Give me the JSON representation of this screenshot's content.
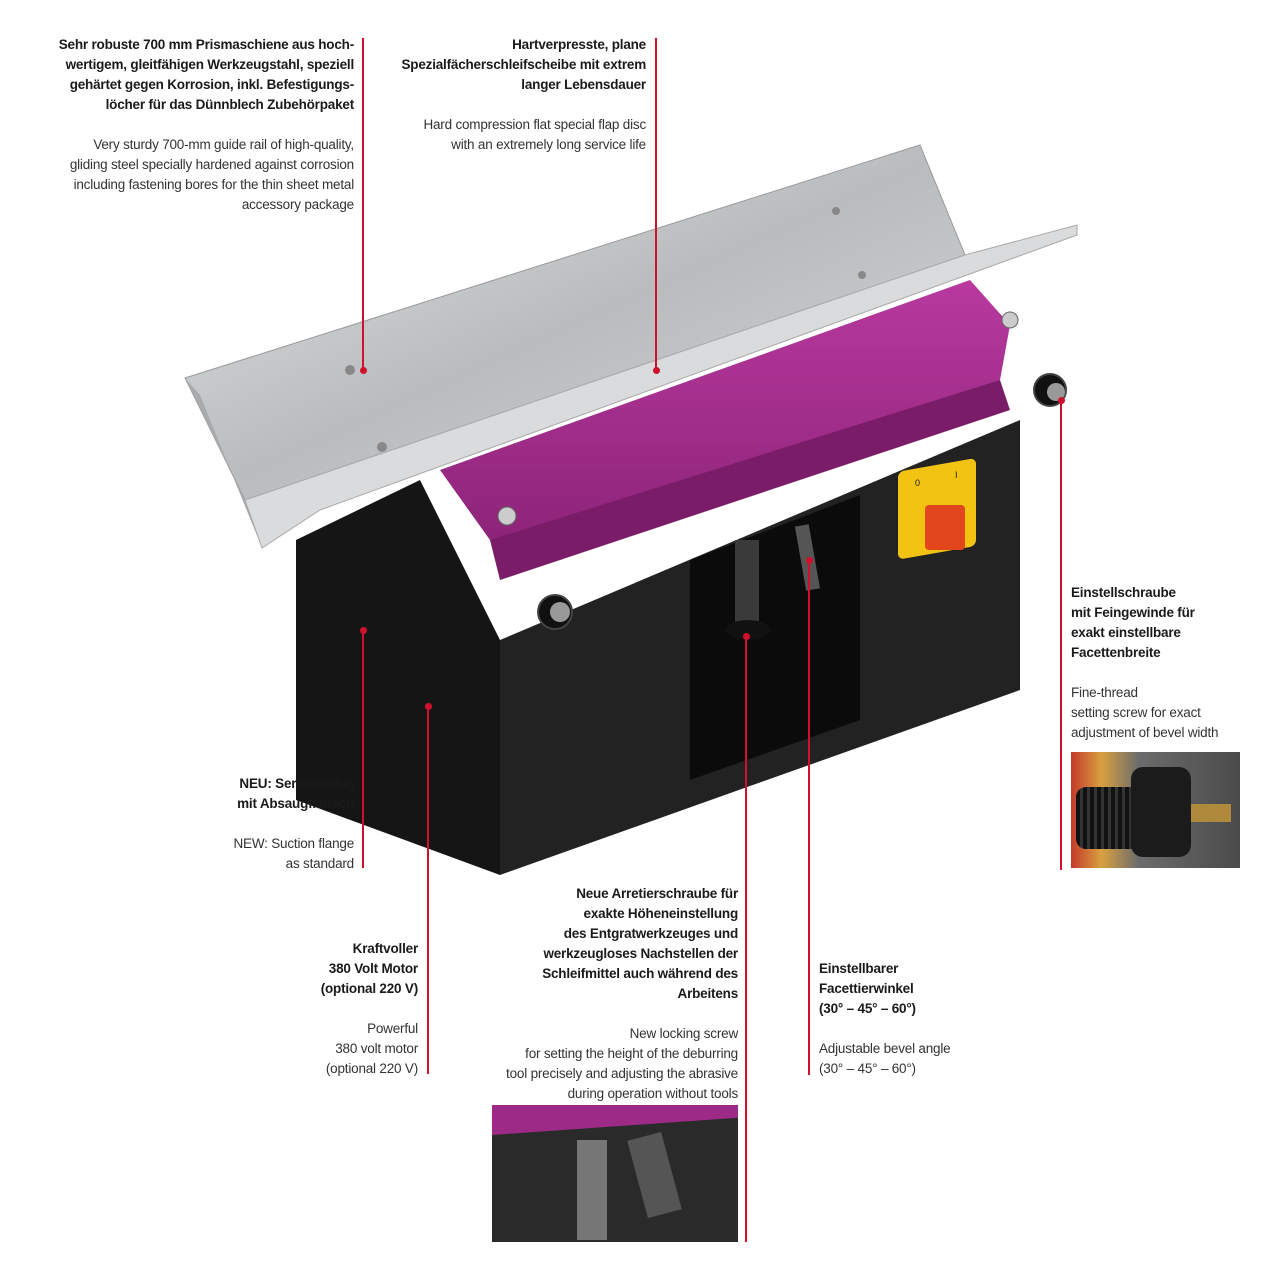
{
  "accent_color": "#d0102c",
  "machine_colors": {
    "cover": "#9c2a86",
    "base": "#1c1c1c",
    "rail": "#c9cbcc",
    "switch": "#f2c312",
    "knob": "#e2461c"
  },
  "callouts": [
    {
      "id": "guide-rail",
      "de": "Sehr robuste 700 mm Prismaschiene aus hoch-\nwertigem, gleitfähigen Werkzeugstahl, speziell\ngehärtet gegen Korrosion, inkl. Befestigungs-\nlöcher für das Dünnblech Zubehörpaket",
      "en": "Very sturdy 700-mm guide rail of high-quality,\ngliding steel specially hardened against corrosion\nincluding fastening bores for the thin sheet metal\naccessory package"
    },
    {
      "id": "flap-disc",
      "de": "Hartverpresste, plane\nSpezialfächerschleifscheibe mit extrem\nlanger Lebensdauer",
      "en": "Hard compression flat special flap disc\nwith an extremely long service life"
    },
    {
      "id": "setting-screw",
      "de": "Einstellschraube\nmit Feingewinde für\nexakt einstellbare\nFacettenbreite",
      "en": "Fine-thread\nsetting screw for exact\nadjustment of bevel width"
    },
    {
      "id": "suction-flange",
      "de": "NEU: Serienmäßig\nmit Absaugflansch",
      "en": "NEW: Suction flange\nas standard"
    },
    {
      "id": "motor",
      "de": "Kraftvoller\n380 Volt Motor\n(optional 220 V)",
      "en": "Powerful\n380 volt motor\n(optional 220 V)"
    },
    {
      "id": "locking-screw",
      "de": "Neue Arretierschraube für\nexakte Höheneinstellung\ndes Entgratwerkzeuges und\nwerkzeugloses Nachstellen der\nSchleifmittel auch während des\nArbeitens",
      "en": "New locking screw\nfor setting the height of the deburring\ntool precisely and adjusting the abrasive\nduring operation without tools"
    },
    {
      "id": "bevel-angle",
      "de": "Einstellbarer\nFacettierwinkel\n(30° – 45° – 60°)",
      "en": "Adjustable bevel angle\n(30° – 45° – 60°)"
    }
  ],
  "switch_labels": {
    "off": "0",
    "on": "I"
  }
}
